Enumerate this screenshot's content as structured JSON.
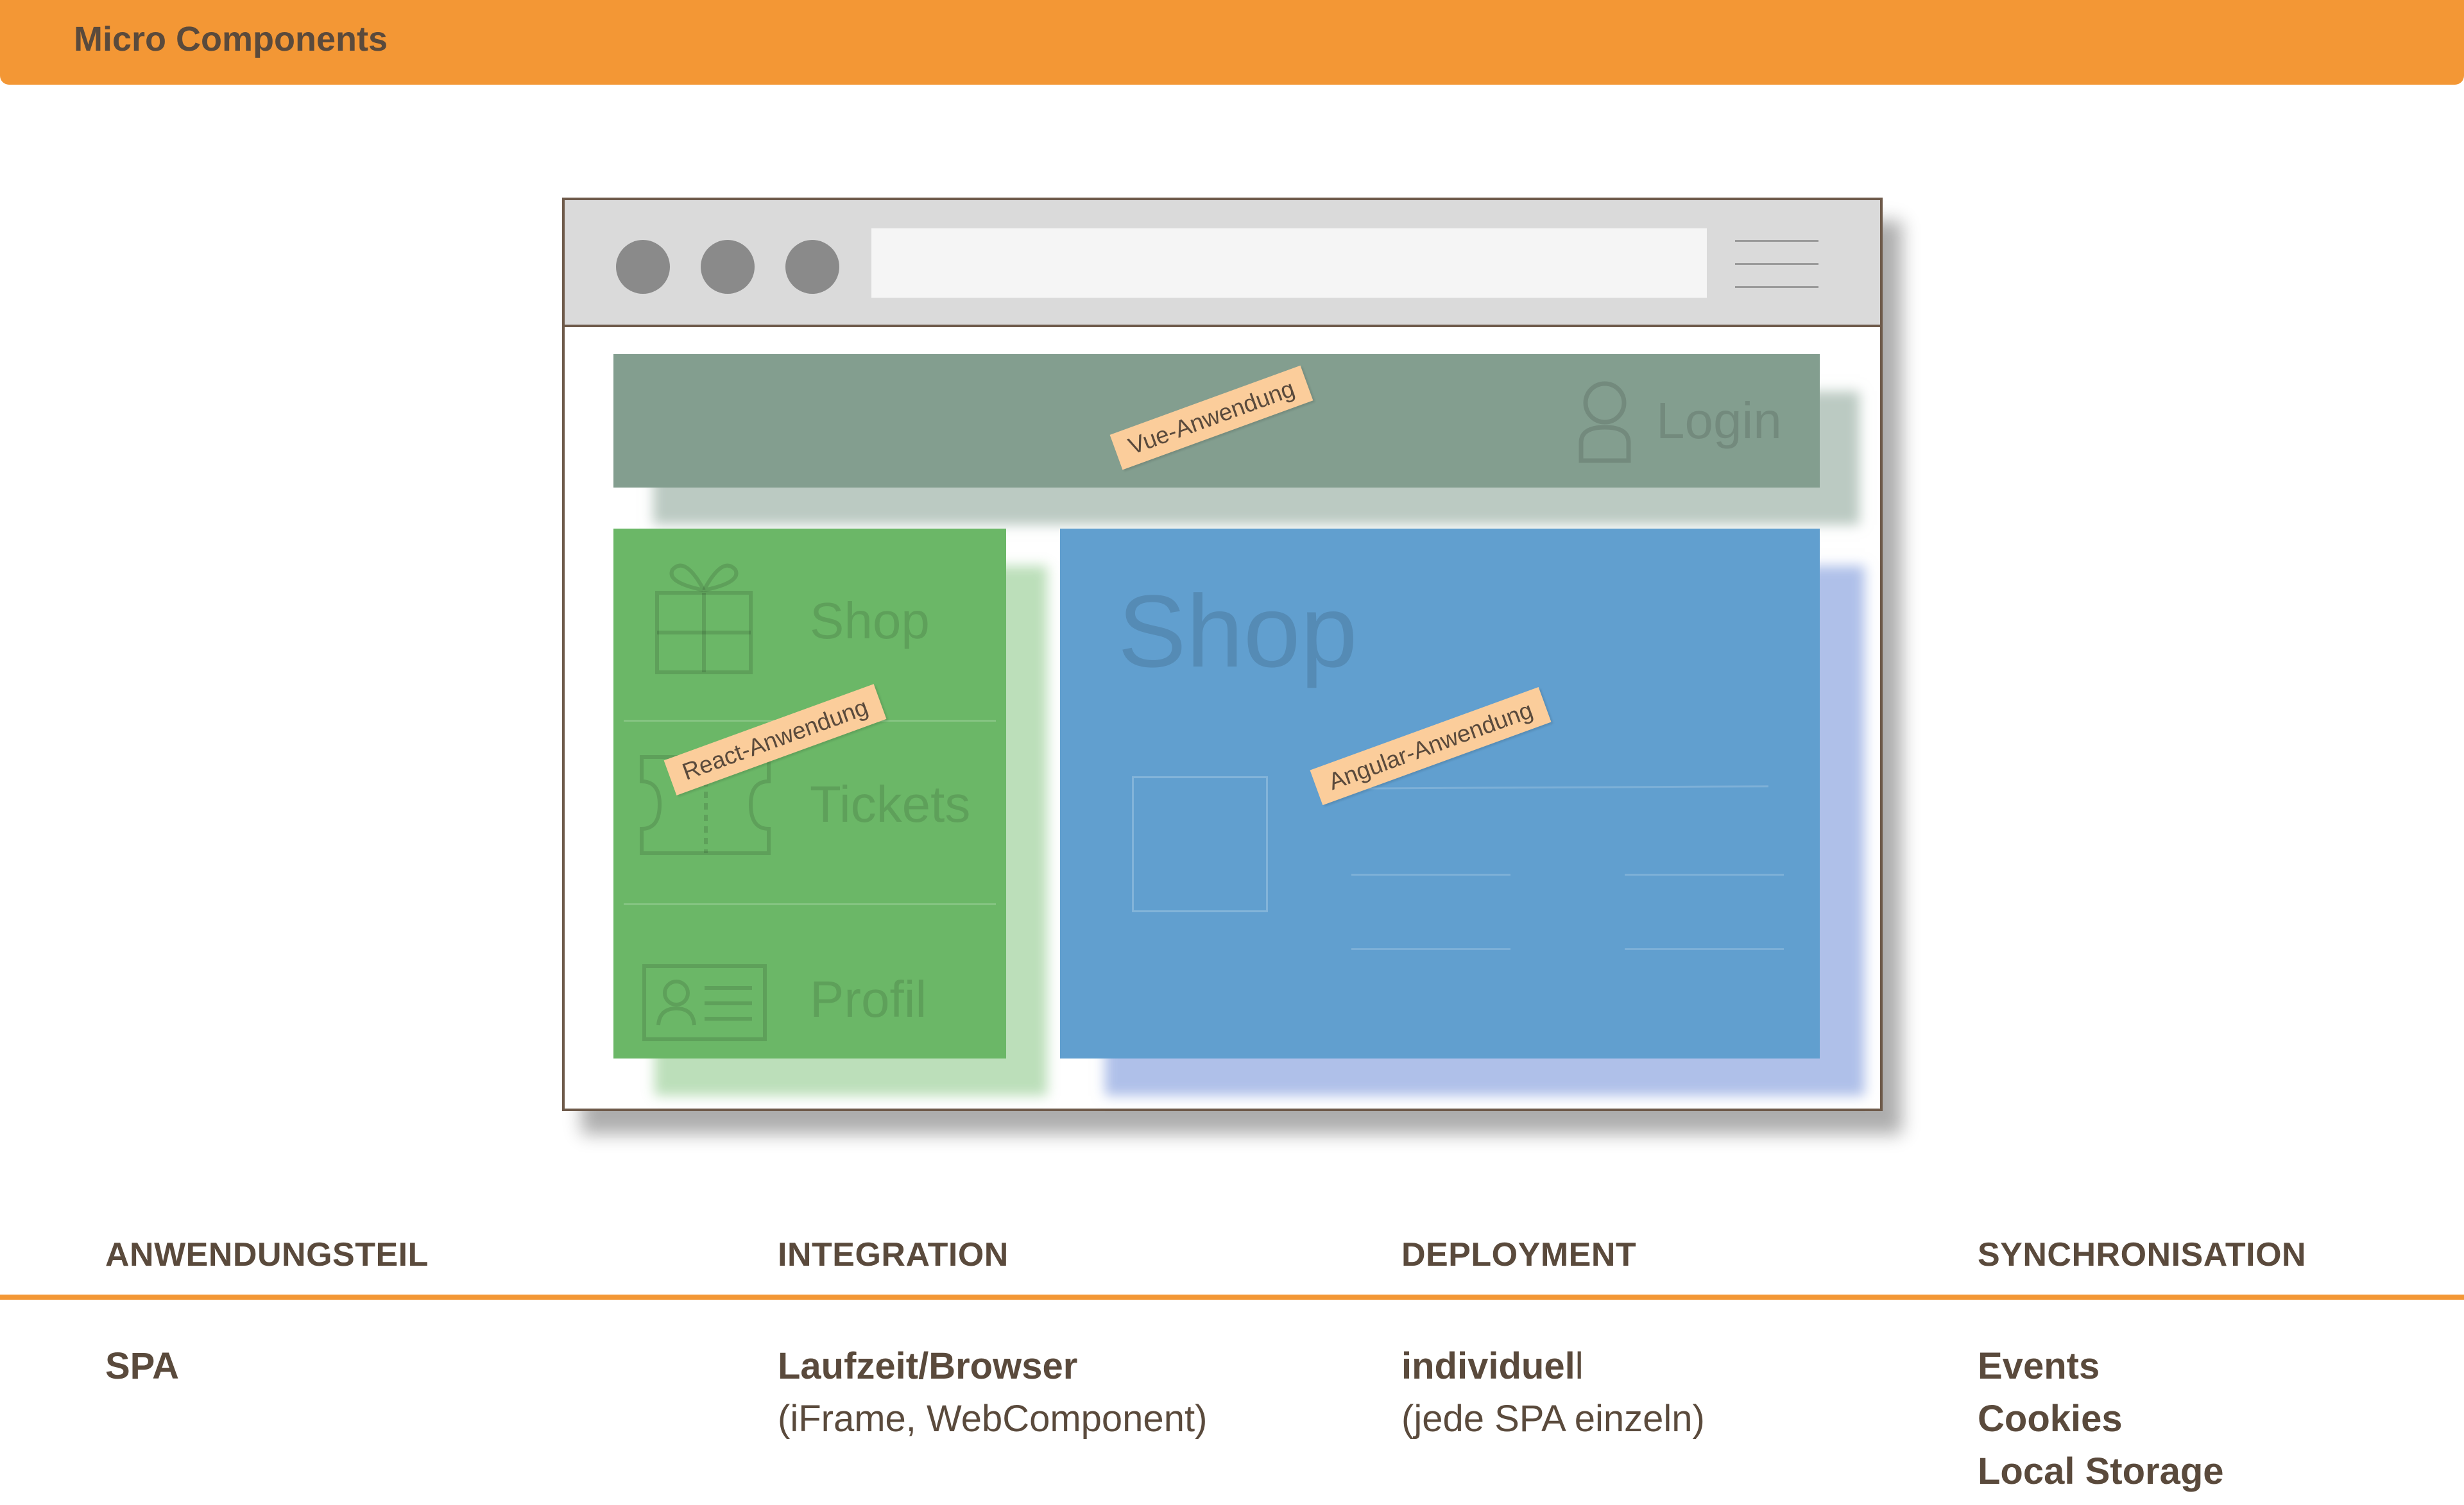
{
  "header": {
    "title": "Micro Components"
  },
  "browser": {
    "vue": {
      "sticker": "Vue-Anwendung",
      "login": "Login"
    },
    "react": {
      "sticker": "React-Anwendung",
      "nav": [
        {
          "label": "Shop",
          "icon": "gift-icon"
        },
        {
          "label": "Tickets",
          "icon": "ticket-icon"
        },
        {
          "label": "Profil",
          "icon": "id-card-icon"
        }
      ]
    },
    "angular": {
      "sticker": "Angular-Anwendung",
      "title": "Shop"
    }
  },
  "table": {
    "headers": [
      "ANWENDUNGSTEIL",
      "INTEGRATION",
      "DEPLOYMENT",
      "SYNCHRONISATION"
    ],
    "anwendungsteil": "SPA",
    "integration": {
      "main": "Laufzeit/Browser",
      "sub": "(iFrame, WebComponent)"
    },
    "deployment": {
      "main": "individuel",
      "tail": "l",
      "sub": "(jede SPA einzeln)"
    },
    "synchronisation": [
      "Events",
      "Cookies",
      "Local Storage"
    ]
  },
  "colors": {
    "accent": "#f39735",
    "vue": "#839e8f",
    "react": "#6bb767",
    "angular": "#619fcf",
    "sticker": "#fbcd9b",
    "text": "#5a4a3c"
  }
}
